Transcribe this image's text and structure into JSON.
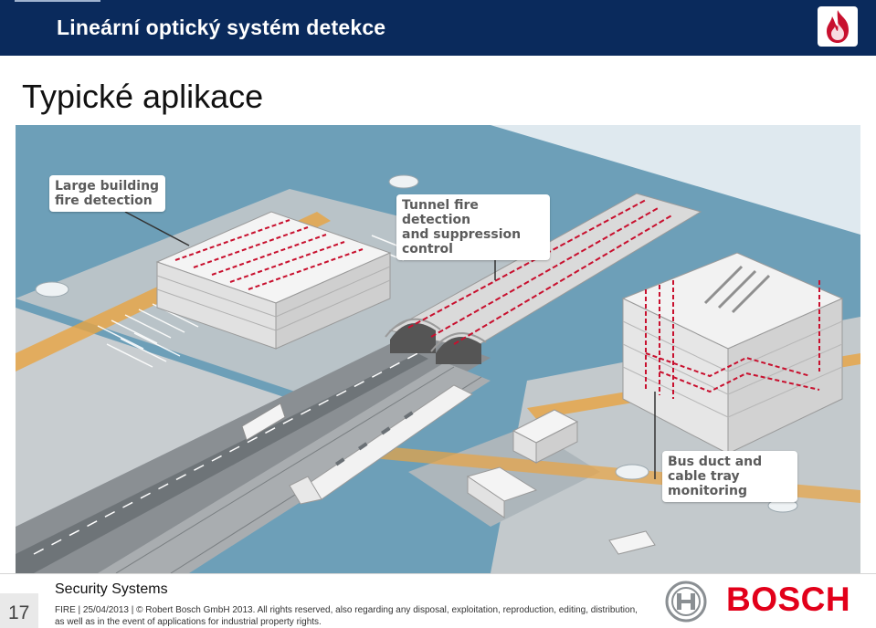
{
  "header": {
    "title": "Lineární optický systém detekce"
  },
  "slide": {
    "title": "Typické aplikace"
  },
  "illustration": {
    "callouts": [
      {
        "line1": "Large building",
        "line2": "fire detection"
      },
      {
        "line1": "Tunnel fire detection",
        "line2": "and suppression control"
      },
      {
        "line1": "Bus duct and",
        "line2": "cable tray monitoring"
      }
    ]
  },
  "footer": {
    "page_number": "17",
    "section": "Security Systems",
    "legal_line1": "FIRE | 25/04/2013 | © Robert Bosch GmbH 2013. All rights reserved, also regarding any disposal, exploitation, reproduction, editing, distribution,",
    "legal_line2": "as well as in the event of applications for industrial property rights.",
    "brand": "BOSCH"
  },
  "colors": {
    "header_bg": "#0a2a5c",
    "brand_red": "#e2001a",
    "detector_line": "#c8102e"
  },
  "icons": [
    "fire-logo-icon",
    "bosch-armature-icon"
  ]
}
